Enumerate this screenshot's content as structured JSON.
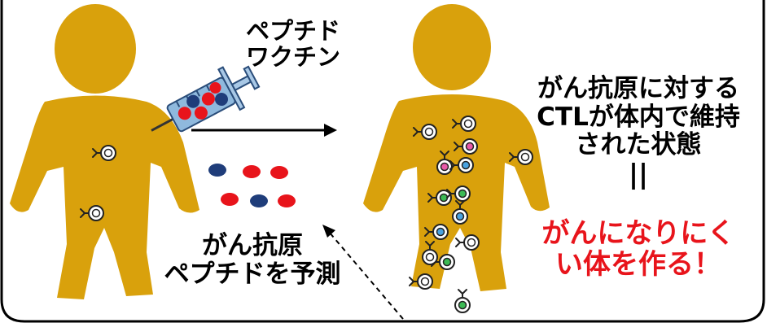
{
  "labels": {
    "vaccine": [
      "ペプチド",
      "ワクチン"
    ],
    "predict": [
      "がん抗原",
      "ペプチドを予測"
    ],
    "state": [
      "がん抗原に対する",
      "CTLが体内で維持",
      "された状態"
    ],
    "equals": "||",
    "result": [
      "がんになりにく",
      "い体を作る！"
    ]
  },
  "colors": {
    "body": "#d9a10c",
    "peptide_red": "#e8141b",
    "peptide_blue": "#1f3d7a",
    "syringe_fill": "#8fb9dd",
    "result_text": "#e8141b",
    "frame": "#000000"
  }
}
